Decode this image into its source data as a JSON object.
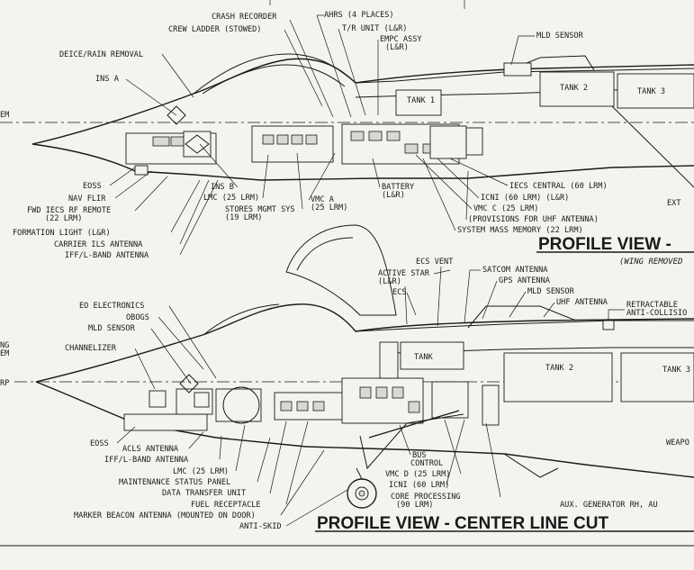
{
  "top_view": {
    "title": "PROFILE VIEW -",
    "subtitle": "(WING REMOVED",
    "labels": {
      "crash_recorder": "CRASH RECORDER",
      "ahrs": "AHRS (4 PLACES)",
      "crew_ladder": "CREW LADDER (STOWED)",
      "tr_unit": "T/R UNIT (L&R)",
      "empc_assy": "EMPC ASSY",
      "empc_lr": "(L&R)",
      "mld_sensor": "MLD SENSOR",
      "deice": "DEICE/RAIN REMOVAL",
      "ins_a": "INS A",
      "tank1": "TANK 1",
      "tank2": "TANK 2",
      "tank3": "TANK 3",
      "eoss": "EOSS",
      "nav_flir": "NAV FLIR",
      "fwd_iecs": "FWD IECS RF REMOTE",
      "fwd_iecs_lrm": "(22 LRM)",
      "ins_b": "INS B",
      "lmc": "LMC (25 LRM)",
      "stores_mgmt": "STORES MGMT SYS",
      "stores_lrm": "(19 LRM)",
      "vmc_a": "VMC A",
      "vmc_a_lrm": "(25 LRM)",
      "battery": "BATTERY",
      "battery_lr": "(L&R)",
      "iecs_central": "IECS CENTRAL (60 LRM)",
      "icni": "ICNI (60 LRM) (L&R)",
      "vmc_c": "VMC C (25 LRM)",
      "uhf_prov": "(PROVISIONS FOR UHF ANTENNA)",
      "sys_mass": "SYSTEM MASS MEMORY (22 LRM)",
      "formation_light": "FORMATION LIGHT (L&R)",
      "carrier_ils": "CARRIER ILS ANTENNA",
      "iff_lband": "IFF/L-BAND ANTENNA",
      "ext": "EXT"
    }
  },
  "bottom_view": {
    "title": "PROFILE VIEW -  CENTER LINE CUT",
    "labels": {
      "ecs_vent": "ECS VENT",
      "active_star": "ACTIVE STAR",
      "active_star_lr": "(L&R)",
      "ecs": "ECS",
      "satcom": "SATCOM ANTENNA",
      "gps": "GPS ANTENNA",
      "mld_sensor": "MLD SENSOR",
      "uhf": "UHF ANTENNA",
      "retractable": "RETRACTABLE",
      "anti_collision": "ANTI-COLLISIO",
      "eo_electronics": "EO ELECTRONICS",
      "obogs": "OBOGS",
      "mld_sensor_fwd": "MLD SENSOR",
      "channelizer": "CHANNELIZER",
      "tank": "TANK",
      "tank2": "TANK 2",
      "tank3": "TANK 3",
      "eoss": "EOSS",
      "acls": "ACLS ANTENNA",
      "iff_lband": "IFF/L-BAND ANTENNA",
      "lmc": "LMC (25 LRM)",
      "maint_panel": "MAINTENANCE STATUS PANEL",
      "data_transfer": "DATA TRANSFER UNIT",
      "fuel_receptacle": "FUEL RECEPTACLE",
      "marker_beacon": "MARKER BEACON ANTENNA (MOUNTED ON DOOR)",
      "anti_skid": "ANTI-SKID",
      "bus_control": "BUS",
      "bus_control2": "CONTROL",
      "vmc_d": "VMC D (25 LRM)",
      "icni": "ICNI (60 LRM)",
      "core_processing": "CORE PROCESSING",
      "core_lrm": "(90 LRM)",
      "weapo": "WEAPO",
      "aux_gen": "AUX. GENERATOR RH, AU"
    }
  },
  "edge_labels": {
    "em": "EM",
    "ng": "NG",
    "em2": "EM",
    "rp": "RP"
  }
}
